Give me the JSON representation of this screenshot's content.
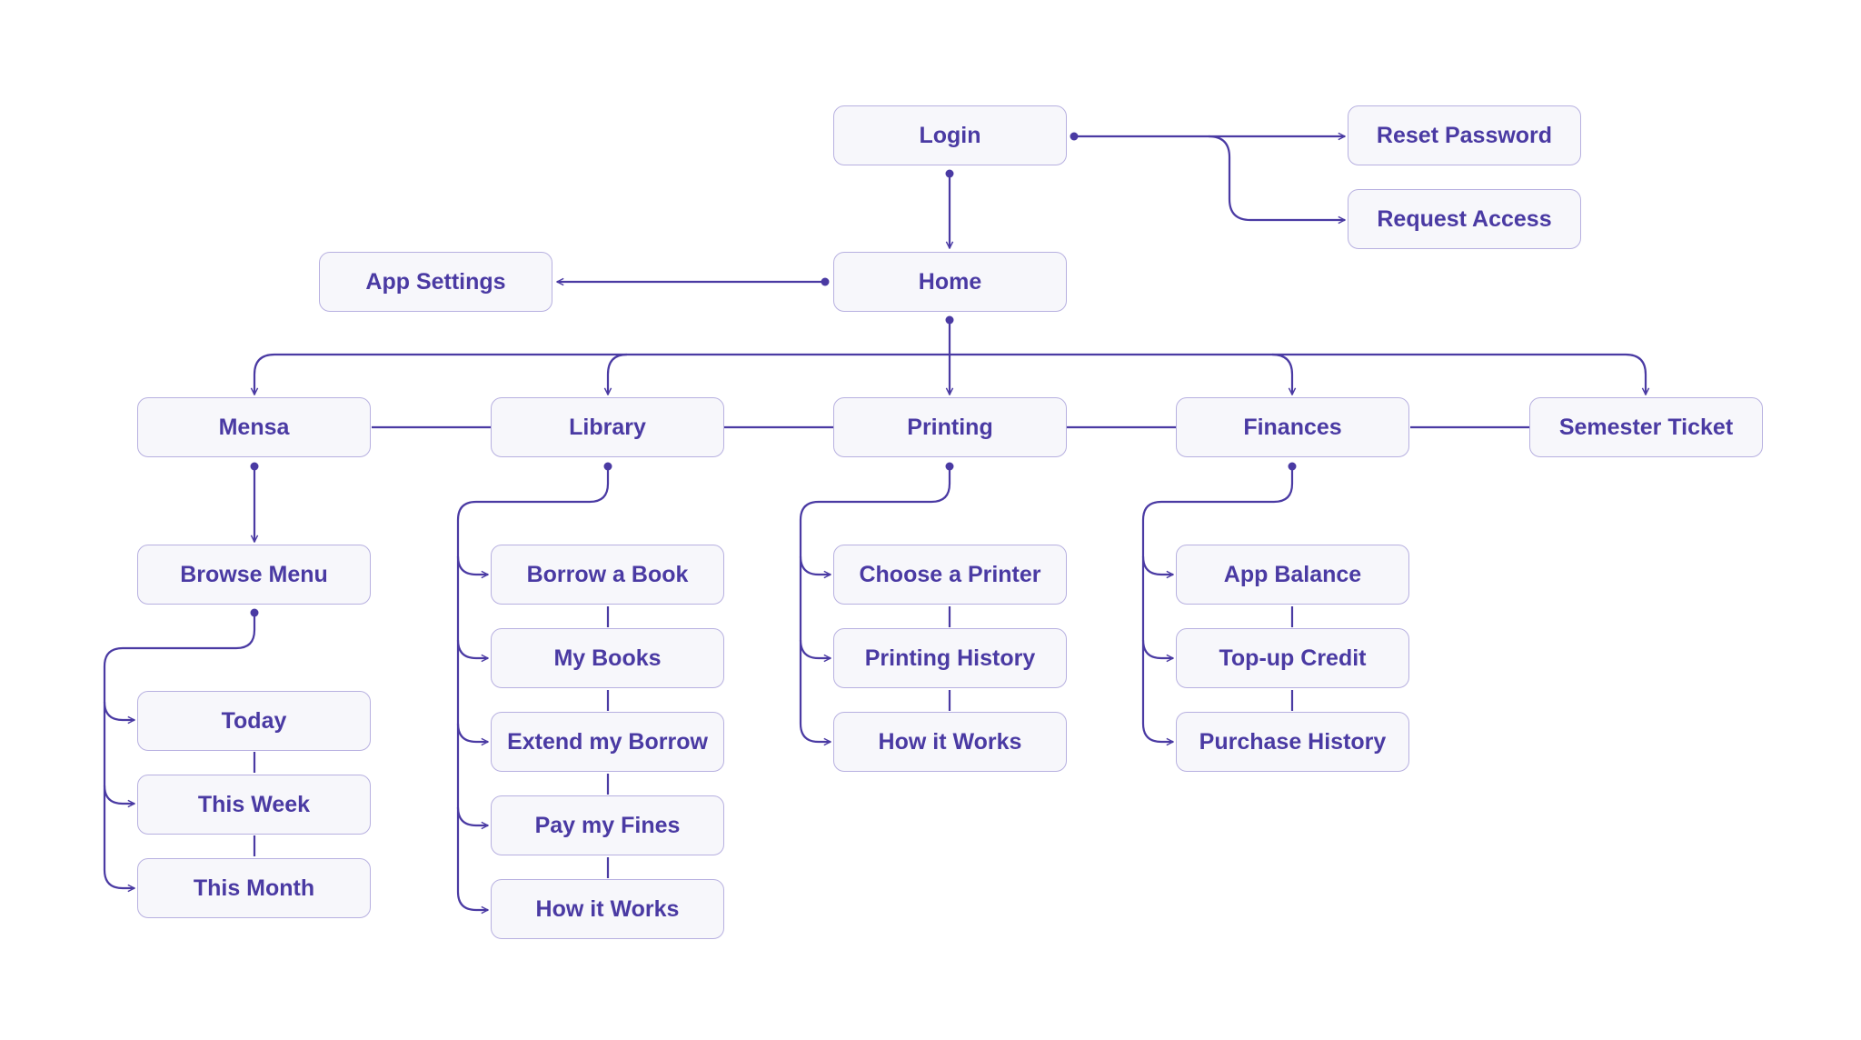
{
  "colors": {
    "stroke": "#4a3aa3",
    "node_bg": "#f7f7fb",
    "node_border": "#b7b0e0",
    "text": "#4a3aa3"
  },
  "nodes": {
    "login": "Login",
    "reset_password": "Reset Password",
    "request_access": "Request Access",
    "home": "Home",
    "app_settings": "App Settings",
    "mensa": "Mensa",
    "library": "Library",
    "printing": "Printing",
    "finances": "Finances",
    "semester_ticket": "Semester Ticket",
    "browse_menu": "Browse Menu",
    "today": "Today",
    "this_week": "This Week",
    "this_month": "This Month",
    "borrow_a_book": "Borrow a Book",
    "my_books": "My Books",
    "extend_my_borrow": "Extend my Borrow",
    "pay_my_fines": "Pay my Fines",
    "library_how_it_works": "How it Works",
    "choose_a_printer": "Choose a Printer",
    "printing_history": "Printing History",
    "printing_how_it_works": "How it Works",
    "app_balance": "App Balance",
    "top_up_credit": "Top-up Credit",
    "purchase_history": "Purchase History"
  }
}
